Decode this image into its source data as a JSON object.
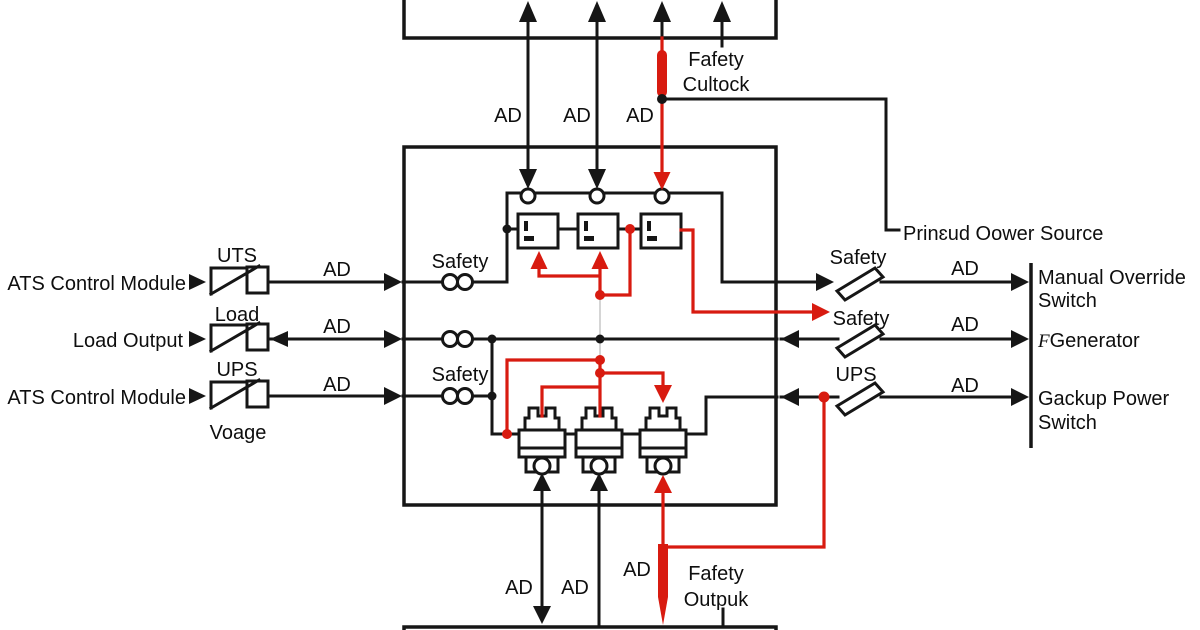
{
  "colors": {
    "wire": "#161616",
    "accent_red": "#d81b10"
  },
  "top": {
    "ad1": "AD",
    "ad2": "AD",
    "ad3": "AD",
    "cutoff1": "Fafety",
    "cutoff2": "Cultock",
    "source_label": "Prinɛud Oower Source"
  },
  "left": {
    "row1_label": "ATS Control Module",
    "row1_switch": "UTS",
    "row1_ad": "AD",
    "row2_label": "Load Output",
    "row2_switch": "Load",
    "row2_ad": "AD",
    "row3_label": "ATS Control Module",
    "row3_switch": "UPS",
    "row3_sub": "Voage",
    "row3_ad": "AD"
  },
  "center": {
    "safety_upper": "Safety",
    "safety_lower": "Safety"
  },
  "right": {
    "row1_switch": "Safety",
    "row1_ad": "AD",
    "row1_line1": "Manual Override",
    "row1_line2": "Switch",
    "row2_switch": "Safety",
    "row2_ad": "AD",
    "row2_prefix": "F",
    "row2_target": "Generator",
    "row3_switch": "UPS",
    "row3_ad": "AD",
    "row3_line1": "Gackup Power",
    "row3_line2": "Switch"
  },
  "bottom": {
    "ad1": "AD",
    "ad2": "AD",
    "ad3": "AD",
    "out1": "Fafety",
    "out2": "Outpuk"
  }
}
